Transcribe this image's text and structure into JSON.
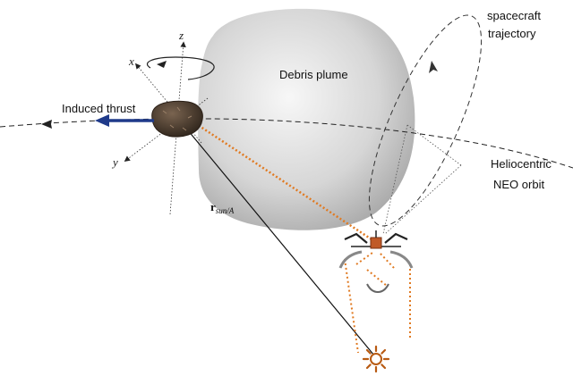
{
  "labels": {
    "induced_thrust": "Induced thrust",
    "debris_plume": "Debris plume",
    "spacecraft_trajectory_line1": "spacecraft",
    "spacecraft_trajectory_line2": "trajectory",
    "heliocentric_line1": "Heliocentric",
    "heliocentric_line2": "NEO orbit",
    "axis_x": "x",
    "axis_y": "y",
    "axis_z": "z",
    "r_vector_main": "r",
    "r_vector_sub": "sun/A"
  },
  "colors": {
    "thrust_arrow": "#1f3a8a",
    "beam": "#e07a22",
    "sun": "#b85a12",
    "plume_light": "#f4f4f4",
    "plume_dark": "#9c9c9c",
    "asteroid": "#4a3b2e",
    "spacecraft": "#c05a28"
  },
  "icons": {
    "sun": "sun-icon",
    "asteroid": "asteroid-icon",
    "spacecraft": "spacecraft-icon"
  }
}
